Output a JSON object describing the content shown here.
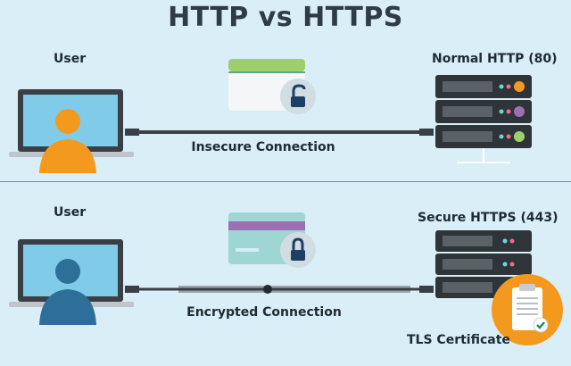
{
  "title": "HTTP vs HTTPS",
  "http": {
    "user_label": "User",
    "server_label": "Normal HTTP (80)",
    "connection_label": "Insecure Connection"
  },
  "https": {
    "user_label": "User",
    "server_label": "Secure HTTPS (443)",
    "connection_label": "Encrypted Connection",
    "certificate_label": "TLS Certificate"
  },
  "colors": {
    "background": "#d9eef6",
    "monitor_frame": "#3a3f45",
    "screen": "#7fcbe8",
    "user_http": "#f39a1e",
    "user_https": "#2e6f99",
    "server": "#2f3438",
    "cable": "#3a3f45",
    "card_http_stripe": "#9fcf6a",
    "card_https_stripe": "#9b6fb3",
    "card_body": "#9fd6d3",
    "certificate_bg": "#f39a1e"
  }
}
